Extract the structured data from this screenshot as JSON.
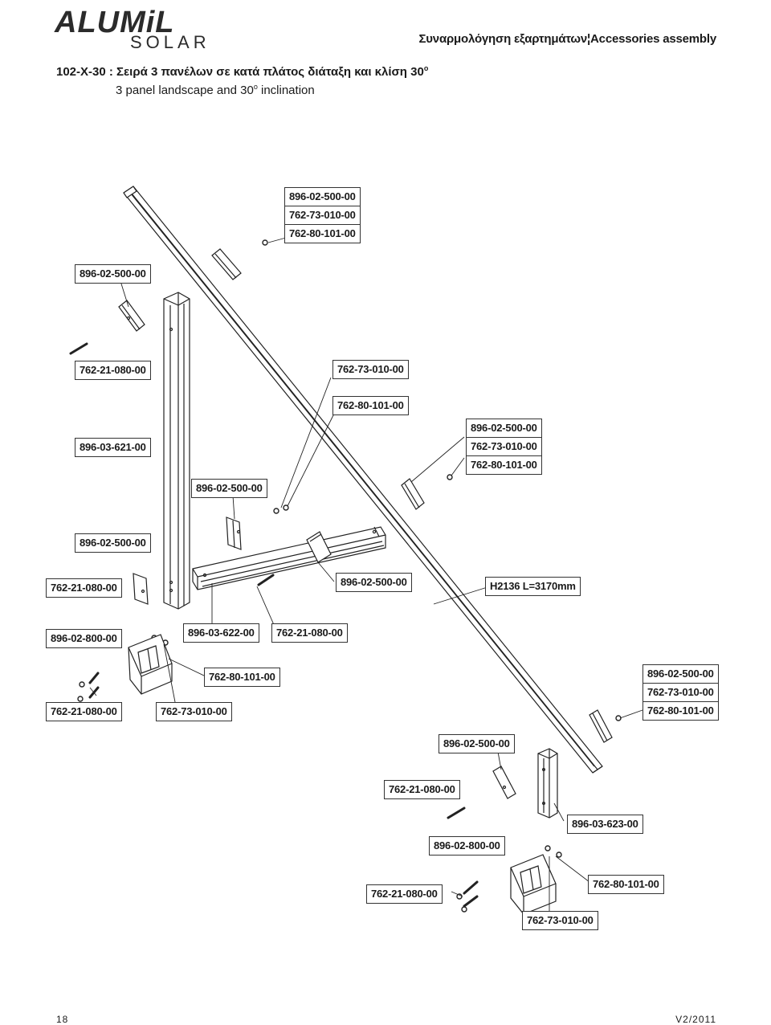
{
  "header": {
    "brand_top": "ALUMiL",
    "brand_bottom": "SOLAR",
    "section_title": "Συναρμολόγηση εξαρτημάτων¦Accessories assembly"
  },
  "title": {
    "line1": "102-X-30 : Σειρά 3 πανέλων σε κατά πλάτος διάταξη και κλίση 30",
    "line1_sup": "o",
    "line2_pre": "3 panel landscape and 30",
    "line2_sup": "o",
    "line2_post": " inclination"
  },
  "labels": {
    "l1": "896-02-500-00",
    "l2": "762-73-010-00",
    "l3": "762-80-101-00",
    "l4": "896-02-500-00",
    "l5": "762-21-080-00",
    "l6": "762-73-010-00",
    "l7": "762-80-101-00",
    "l8": "896-03-621-00",
    "l9": "896-02-500-00",
    "l10": "762-73-010-00",
    "l11": "762-80-101-00",
    "l12": "896-02-500-00",
    "l13": "896-02-500-00",
    "l14": "762-21-080-00",
    "l15": "896-02-500-00",
    "l16": "H2136 L=3170mm",
    "l17": "896-02-800-00",
    "l18": "896-03-622-00",
    "l19": "762-21-080-00",
    "l20": "762-80-101-00",
    "l21": "762-21-080-00",
    "l22": "762-73-010-00",
    "l23": "896-02-500-00",
    "l24": "762-73-010-00",
    "l25": "762-80-101-00",
    "l26": "896-02-500-00",
    "l27": "762-21-080-00",
    "l28": "896-03-623-00",
    "l29": "896-02-800-00",
    "l30": "762-21-080-00",
    "l31": "762-80-101-00",
    "l32": "762-73-010-00"
  },
  "footer": {
    "page": "18",
    "version": "V2/2011"
  },
  "colors": {
    "line": "#222222",
    "profile_fill": "#ffffff",
    "accent": "#333333"
  }
}
